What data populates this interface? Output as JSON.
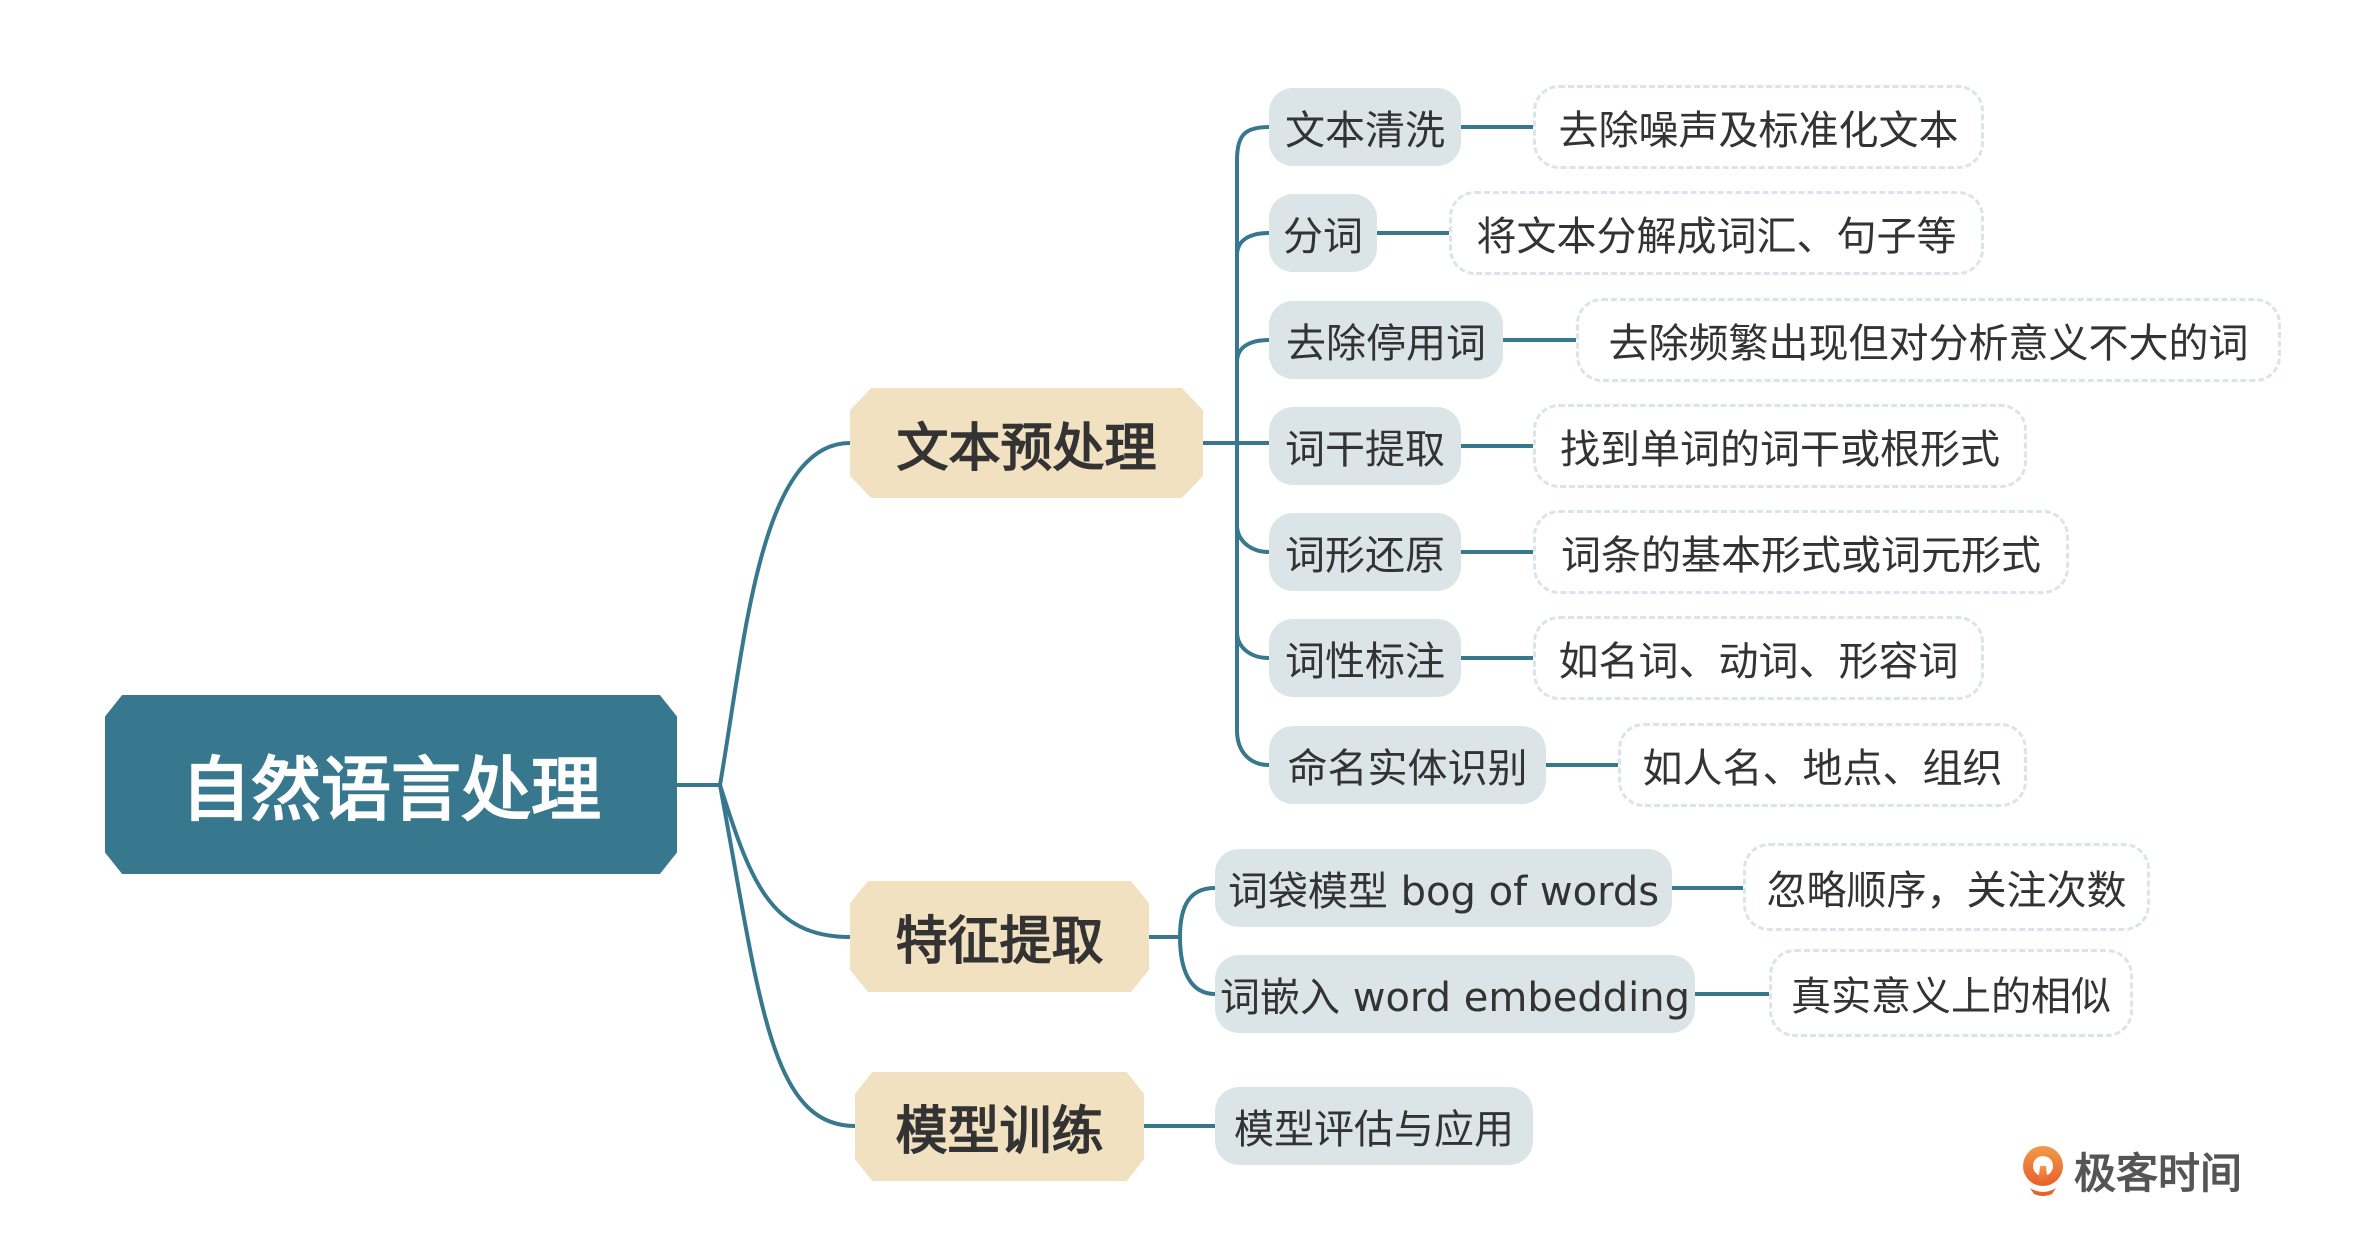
{
  "root": "自然语言处理",
  "branches": [
    {
      "label": "文本预处理",
      "children": [
        {
          "label": "文本清洗",
          "detail": "去除噪声及标准化文本"
        },
        {
          "label": "分词",
          "detail": "将文本分解成词汇、句子等"
        },
        {
          "label": "去除停用词",
          "detail": "去除频繁出现但对分析意义不大的词"
        },
        {
          "label": "词干提取",
          "detail": "找到单词的词干或根形式"
        },
        {
          "label": "词形还原",
          "detail": "词条的基本形式或词元形式"
        },
        {
          "label": "词性标注",
          "detail": "如名词、动词、形容词"
        },
        {
          "label": "命名实体识别",
          "detail": "如人名、地点、组织"
        }
      ]
    },
    {
      "label": "特征提取",
      "children": [
        {
          "label": "词袋模型 bog of words",
          "detail": "忽略顺序，关注次数"
        },
        {
          "label": "词嵌入 word embedding",
          "detail": "真实意义上的相似"
        }
      ]
    },
    {
      "label": "模型训练",
      "children": [
        {
          "label": "模型评估与应用"
        }
      ]
    }
  ],
  "logo": {
    "text": "极客时间"
  },
  "colors": {
    "line": "#37788e",
    "root": "#37788e",
    "level1": "#f2e1c0",
    "level2": "#dbe5e8"
  }
}
